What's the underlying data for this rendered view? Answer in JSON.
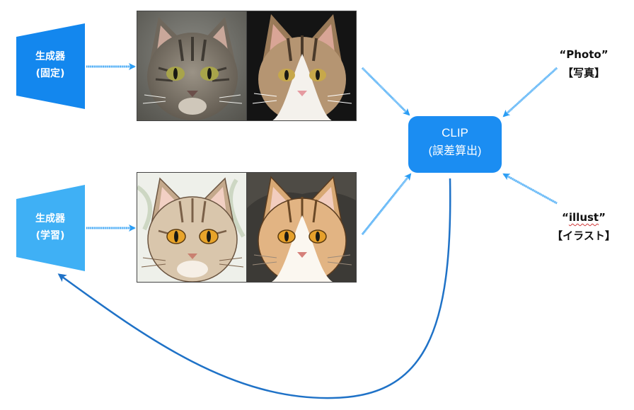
{
  "generators": [
    {
      "line1": "生成器",
      "line2": "(固定)",
      "color": "#1387ee"
    },
    {
      "line1": "生成器",
      "line2": "(学習)",
      "color": "#3fb0f5"
    }
  ],
  "clip": {
    "title": "CLIP",
    "subtitle": "(誤差算出)",
    "color": "#1b8df2"
  },
  "prompts": [
    {
      "quote": "“Photo”",
      "label": "【写真】"
    },
    {
      "quote_open": "“",
      "quote_word": "illust",
      "quote_close": "”",
      "label": "【イラスト】"
    }
  ],
  "images": [
    {
      "name": "photo-cat-tabby",
      "style": "photo"
    },
    {
      "name": "photo-cat-calico",
      "style": "photo"
    },
    {
      "name": "illustration-cat-tabby",
      "style": "illustration"
    },
    {
      "name": "illustration-cat-calico",
      "style": "illustration"
    }
  ],
  "colors": {
    "arrow": "#2a9df4",
    "feedback_arrow": "#1f72c7"
  }
}
